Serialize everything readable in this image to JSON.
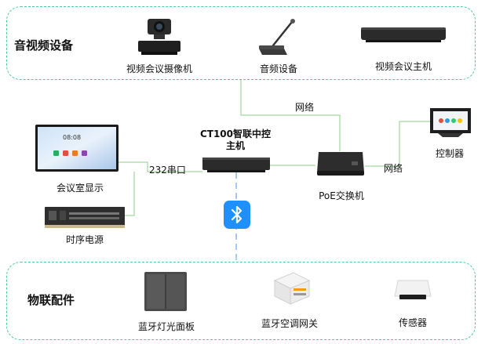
{
  "groups": {
    "av_title": "音视频设备",
    "iot_title": "物联配件"
  },
  "av_devices": {
    "camera": "视频会议摄像机",
    "audio": "音频设备",
    "host": "视频会议主机"
  },
  "iot_devices": {
    "light_panel": "蓝牙灯光面板",
    "ac_gateway": "蓝牙空调网关",
    "sensor": "传感器"
  },
  "center": {
    "controller_line1": "CT100智联中控",
    "controller_line2": "主机",
    "poe_switch": "PoE交换机",
    "control_panel": "控制器",
    "display": "会议室显示",
    "power_sequencer": "时序电源"
  },
  "connections": {
    "network_top": "网络",
    "network_right": "网络",
    "serial": "232串口"
  },
  "screen": {
    "time": "08:08"
  },
  "colors": {
    "group_border": "#4cc9a2",
    "line": "#8fcf8a",
    "bluetooth": "#1e90ff",
    "bt_line": "#8fb7e8"
  },
  "icons": {
    "bluetooth": "bluetooth-icon"
  }
}
